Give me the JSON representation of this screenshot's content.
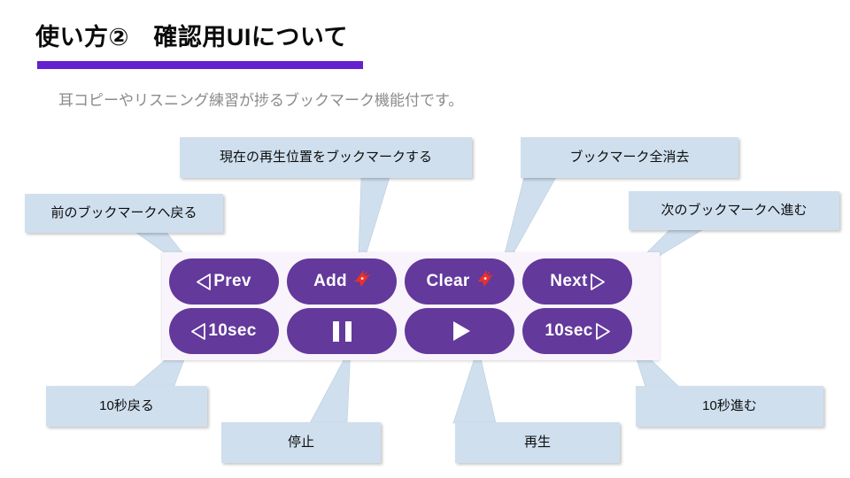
{
  "slide": {
    "title": "使い方②　確認用UIについて",
    "subtitle": "耳コピーやリスニング練習が捗るブックマーク機能付です。",
    "accent_color": "#6321cf",
    "callout_fill": "#cfdfee",
    "button_color": "#63399c",
    "panel_bg": "#f9f4fb",
    "bookmark_icon_color": "#e8312b"
  },
  "player": {
    "buttons_row1": [
      {
        "id": "prev",
        "label": "Prev",
        "icon": "triangle-left-outline-icon",
        "icon_side": "left"
      },
      {
        "id": "add",
        "label": "Add",
        "icon": "bookmark-red-icon",
        "icon_side": "right"
      },
      {
        "id": "clear",
        "label": "Clear",
        "icon": "bookmark-red-icon",
        "icon_side": "right"
      },
      {
        "id": "next",
        "label": "Next",
        "icon": "triangle-right-outline-icon",
        "icon_side": "right"
      }
    ],
    "buttons_row2": [
      {
        "id": "back10",
        "label": "10sec",
        "icon": "triangle-left-outline-icon",
        "icon_side": "left"
      },
      {
        "id": "pause",
        "label": "",
        "icon": "pause-icon",
        "icon_side": "only"
      },
      {
        "id": "play",
        "label": "",
        "icon": "play-icon",
        "icon_side": "only"
      },
      {
        "id": "forward10",
        "label": "10sec",
        "icon": "triangle-right-outline-icon",
        "icon_side": "right"
      }
    ]
  },
  "callouts": [
    {
      "id": "prev-bookmark",
      "text": "前のブックマークへ戻る"
    },
    {
      "id": "add-bookmark",
      "text": "現在の再生位置をブックマークする"
    },
    {
      "id": "clear-bookmark",
      "text": "ブックマーク全消去"
    },
    {
      "id": "next-bookmark",
      "text": "次のブックマークへ進む"
    },
    {
      "id": "back-10sec",
      "text": "10秒戻る"
    },
    {
      "id": "stop",
      "text": "停止"
    },
    {
      "id": "play",
      "text": "再生"
    },
    {
      "id": "forward-10sec",
      "text": "10秒進む"
    }
  ]
}
